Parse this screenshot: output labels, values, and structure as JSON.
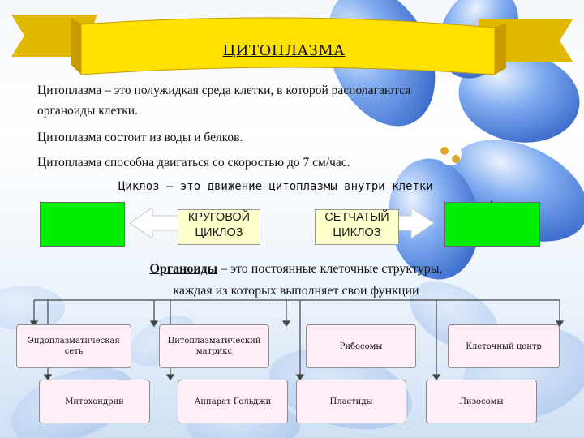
{
  "title": "ЦИТОПЛАЗМА",
  "paragraphs": {
    "definition_line1": "Цитоплазма – это полужидкая среда клетки, в которой располагаются",
    "definition_line2": "органоиды клетки.",
    "composition": "Цитоплазма состоит из воды и белков.",
    "movement": "Цитоплазма способна двигаться со скоростью до 7 см/час."
  },
  "cyclosis": {
    "term": "Циклоз",
    "rest": " – это движение цитоплазмы внутри клетки"
  },
  "cyclosis_types": {
    "circular": [
      "КРУГОВОЙ",
      "ЦИКЛОЗ"
    ],
    "reticular": [
      "СЕТЧАТЫЙ",
      "ЦИКЛОЗ"
    ]
  },
  "organoids": {
    "term": "Органоиды",
    "rest_line1": " – это постоянные клеточные структуры,",
    "line2": "каждая из которых выполняет свои функции",
    "row1": [
      [
        "Эндоплазматическая",
        "сеть"
      ],
      [
        "Цитоплазматический",
        "матрикс"
      ],
      [
        "Рибосомы"
      ],
      [
        "Клеточный центр"
      ]
    ],
    "row2": [
      "Митохондрии",
      "Аппарат Гольджи",
      "Пластиды",
      "Лизосомы"
    ]
  },
  "colors": {
    "green_box": "#00ee00",
    "yellow_box": "#ffffcc",
    "pink_box": "#ffeef8",
    "ribbon": "#ffe100",
    "flower": "#5a8fe6"
  }
}
